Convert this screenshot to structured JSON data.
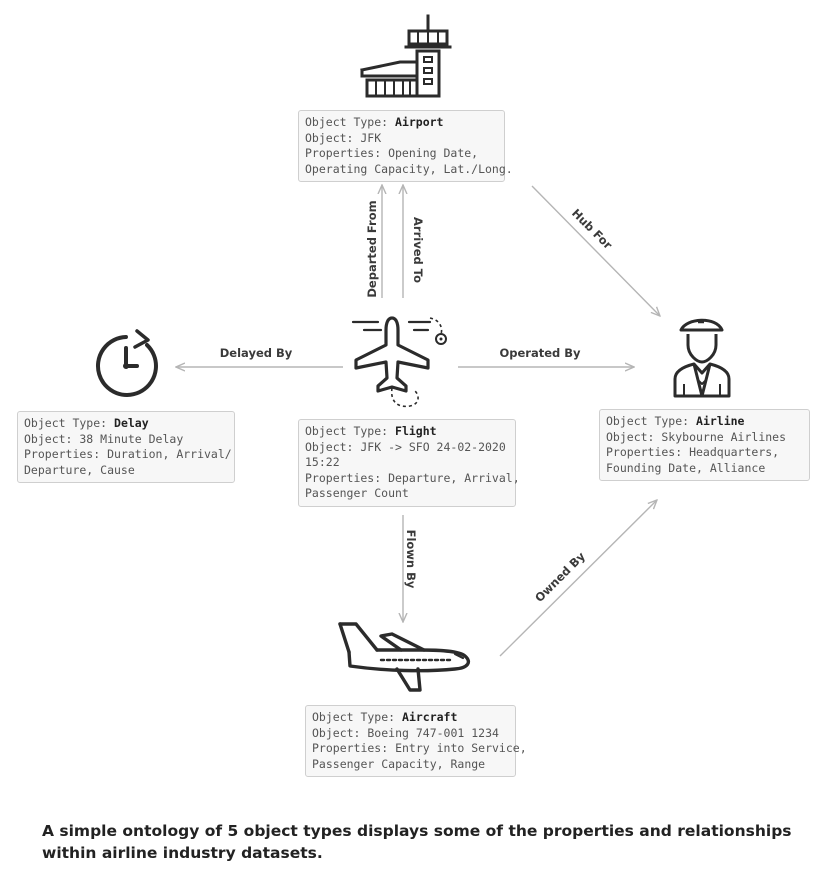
{
  "icons": {
    "airport": "control-tower-icon",
    "flight": "plane-top-view-icon",
    "delay": "clock-refresh-icon",
    "airline": "pilot-icon",
    "aircraft": "plane-side-view-icon"
  },
  "nodes": {
    "airport": {
      "type_prefix": "Object Type: ",
      "type_name": "Airport",
      "lines": [
        "Object: JFK",
        "Properties: Opening Date,",
        "Operating Capacity, Lat./Long."
      ]
    },
    "delay": {
      "type_prefix": "Object Type: ",
      "type_name": "Delay",
      "lines": [
        "Object: 38 Minute Delay",
        "Properties: Duration, Arrival/",
        "Departure, Cause"
      ]
    },
    "flight": {
      "type_prefix": "Object Type: ",
      "type_name": "Flight",
      "lines": [
        "Object: JFK -> SFO 24-02-2020",
        "15:22",
        "Properties: Departure, Arrival,",
        "Passenger Count"
      ]
    },
    "airline": {
      "type_prefix": "Object Type: ",
      "type_name": "Airline",
      "lines": [
        "Object: Skybourne Airlines",
        "Properties: Headquarters,",
        "Founding Date, Alliance"
      ]
    },
    "aircraft": {
      "type_prefix": "Object Type: ",
      "type_name": "Aircraft",
      "lines": [
        "Object: Boeing 747-001 1234",
        "Properties: Entry into Service,",
        "Passenger Capacity, Range"
      ]
    }
  },
  "edges": {
    "departed_from": "Departed From",
    "arrived_to": "Arrived To",
    "hub_for": "Hub For",
    "delayed_by": "Delayed By",
    "operated_by": "Operated By",
    "flown_by": "Flown By",
    "owned_by": "Owned By"
  },
  "caption": "A simple ontology of 5 object types displays some of the properties and relationships within airline industry datasets.",
  "colors": {
    "icon": "#2b2b2b",
    "arrow": "#b5b5b5",
    "box_bg": "#f7f7f7",
    "box_border": "#cfcfcf"
  }
}
